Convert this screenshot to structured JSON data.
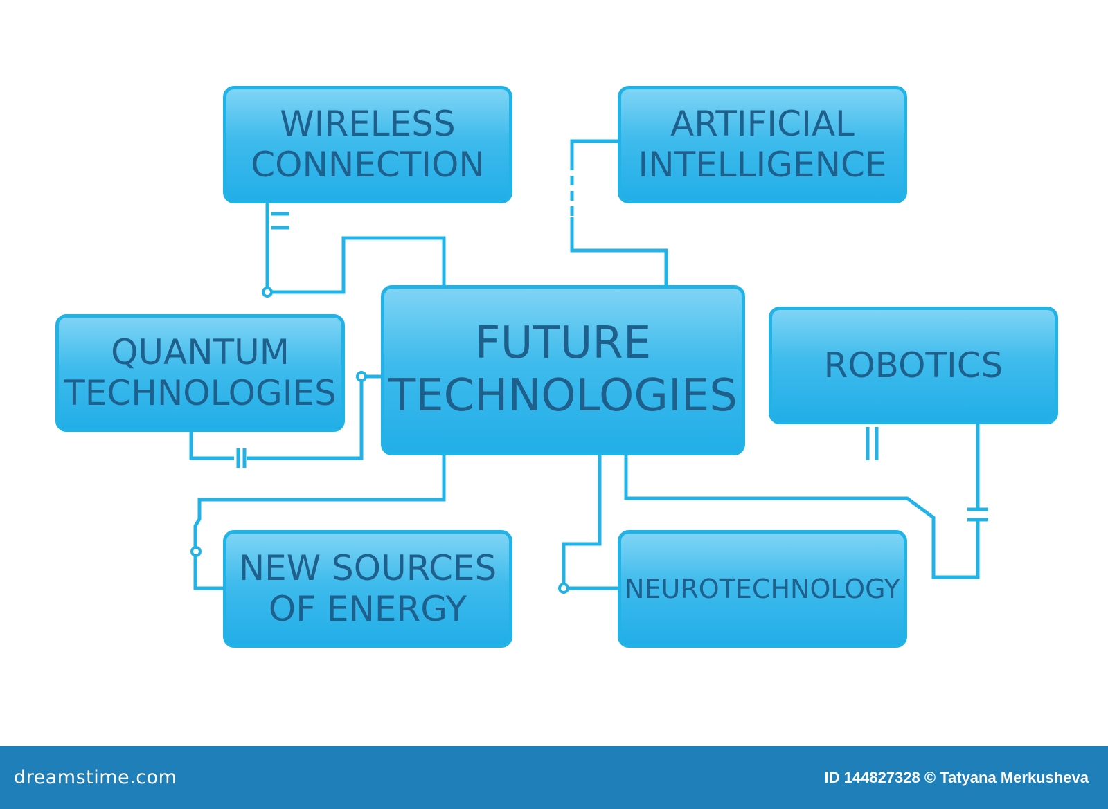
{
  "colors": {
    "connector": "#22b3e6",
    "box_border": "#22b3e6",
    "box_fill_top": "#7fd4f5",
    "box_fill_bottom": "#22aee8",
    "text": "#1f5f8c",
    "footer_bg": "#1f7fb9",
    "footer_text": "#ffffff"
  },
  "nodes": {
    "center": {
      "lines": [
        "FUTURE",
        "TECHNOLOGIES"
      ]
    },
    "wireless": {
      "lines": [
        "WIRELESS",
        "CONNECTION"
      ]
    },
    "ai": {
      "lines": [
        "ARTIFICIAL",
        "INTELLIGENCE"
      ]
    },
    "quantum": {
      "lines": [
        "QUANTUM",
        "TECHNOLOGIES"
      ]
    },
    "robotics": {
      "lines": [
        "ROBOTICS"
      ]
    },
    "energy": {
      "lines": [
        "NEW SOURCES",
        "OF ENERGY"
      ]
    },
    "neuro": {
      "lines": [
        "NEUROTECHNOLOGY"
      ]
    }
  },
  "footer": {
    "brand": "dreamstime.com",
    "credit": "ID 144827328 © Tatyana Merkusheva"
  }
}
